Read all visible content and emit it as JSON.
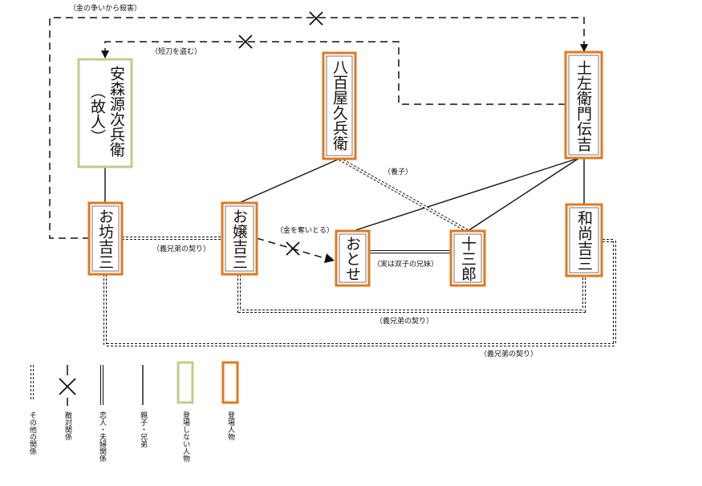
{
  "characters": {
    "yasumori": "安森源次兵衛",
    "yasumori_note": "（故人）",
    "yaoya": "八百屋久兵衛",
    "tosaemon": "土左衛門伝吉",
    "obo": "お坊吉三",
    "ojo": "お嬢吉三",
    "otose": "おとせ",
    "jusaburo": "十三郎",
    "osho": "和尚吉三"
  },
  "relations": {
    "kane_arasoi": "（金の争いから殺害）",
    "tanto": "（短刀を盗む）",
    "yoshi": "（養子）",
    "kane_ubai": "（金を奪いとる）",
    "kyodai_1": "（義兄弟の契り）",
    "futago": "（実は双子の兄妹）",
    "kyodai_2": "（義兄弟の契り）",
    "kyodai_3": "（義兄弟の契り）"
  },
  "legend": {
    "other": "その他の関係",
    "hostile": "敵対関係",
    "lovers": "恋人・夫婦関係",
    "family": "親子・兄弟",
    "absent": "登場しない人物",
    "present": "登場人物"
  },
  "colors": {
    "present_border": "#e07a1f",
    "absent_border": "#b8d08a",
    "line": "#111111"
  }
}
